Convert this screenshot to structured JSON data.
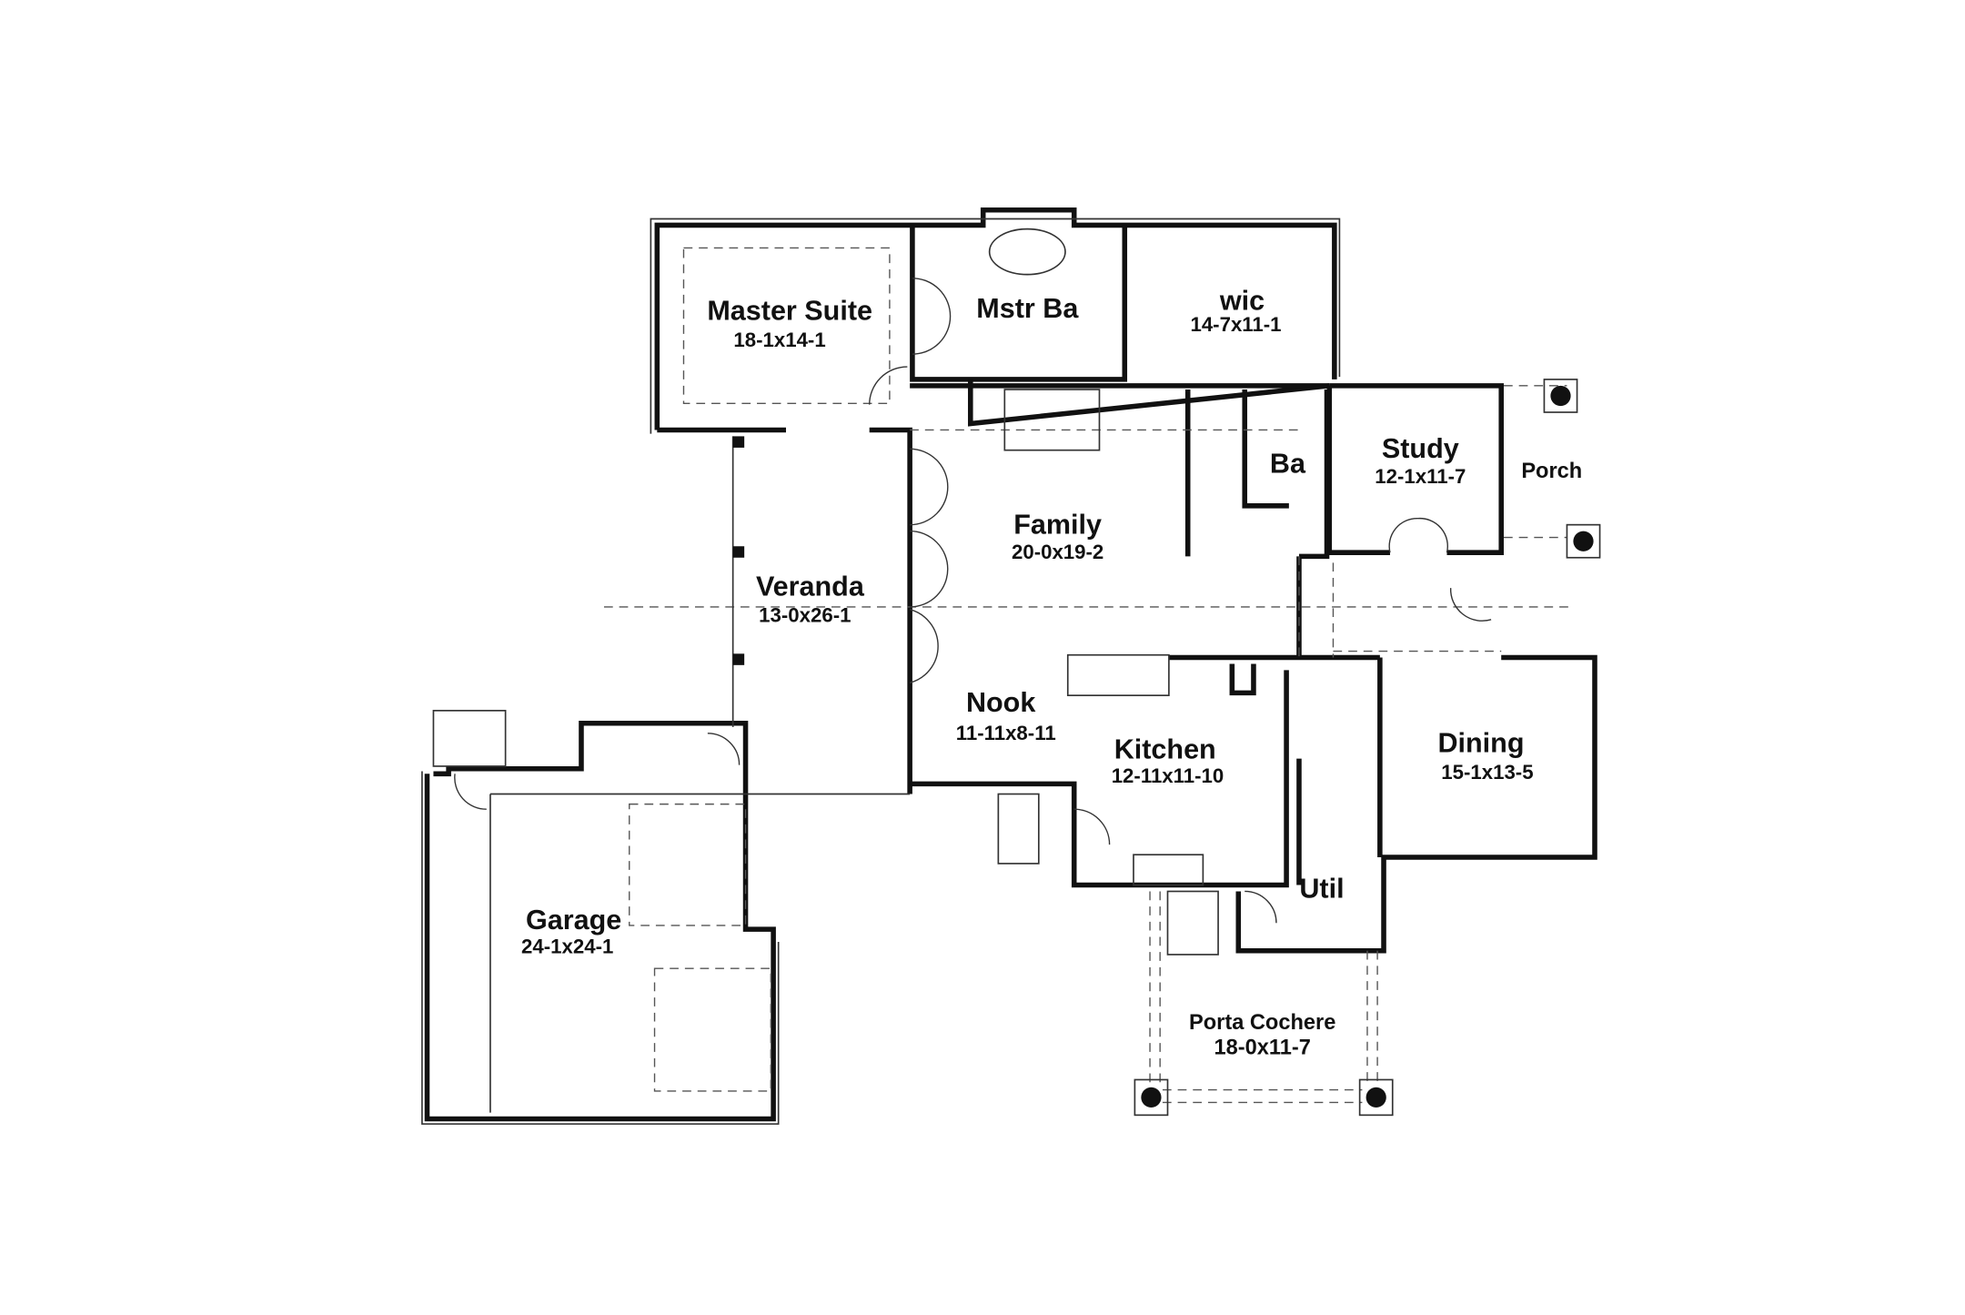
{
  "rooms": {
    "master_suite": {
      "name": "Master Suite",
      "dims": "18-1x14-1"
    },
    "mstr_ba": {
      "name": "Mstr Ba"
    },
    "wic": {
      "name": "wic",
      "dims": "14-7x11-1"
    },
    "ba": {
      "name": "Ba"
    },
    "study": {
      "name": "Study",
      "dims": "12-1x11-7"
    },
    "porch": {
      "name": "Porch"
    },
    "family": {
      "name": "Family",
      "dims": "20-0x19-2"
    },
    "veranda": {
      "name": "Veranda",
      "dims": "13-0x26-1"
    },
    "nook": {
      "name": "Nook",
      "dims": "11-11x8-11"
    },
    "kitchen": {
      "name": "Kitchen",
      "dims": "12-11x11-10"
    },
    "dining": {
      "name": "Dining",
      "dims": "15-1x13-5"
    },
    "util": {
      "name": "Util"
    },
    "garage": {
      "name": "Garage",
      "dims": "24-1x24-1"
    },
    "porta_cochere": {
      "name": "Porta Cochere",
      "dims": "18-0x11-7"
    }
  }
}
